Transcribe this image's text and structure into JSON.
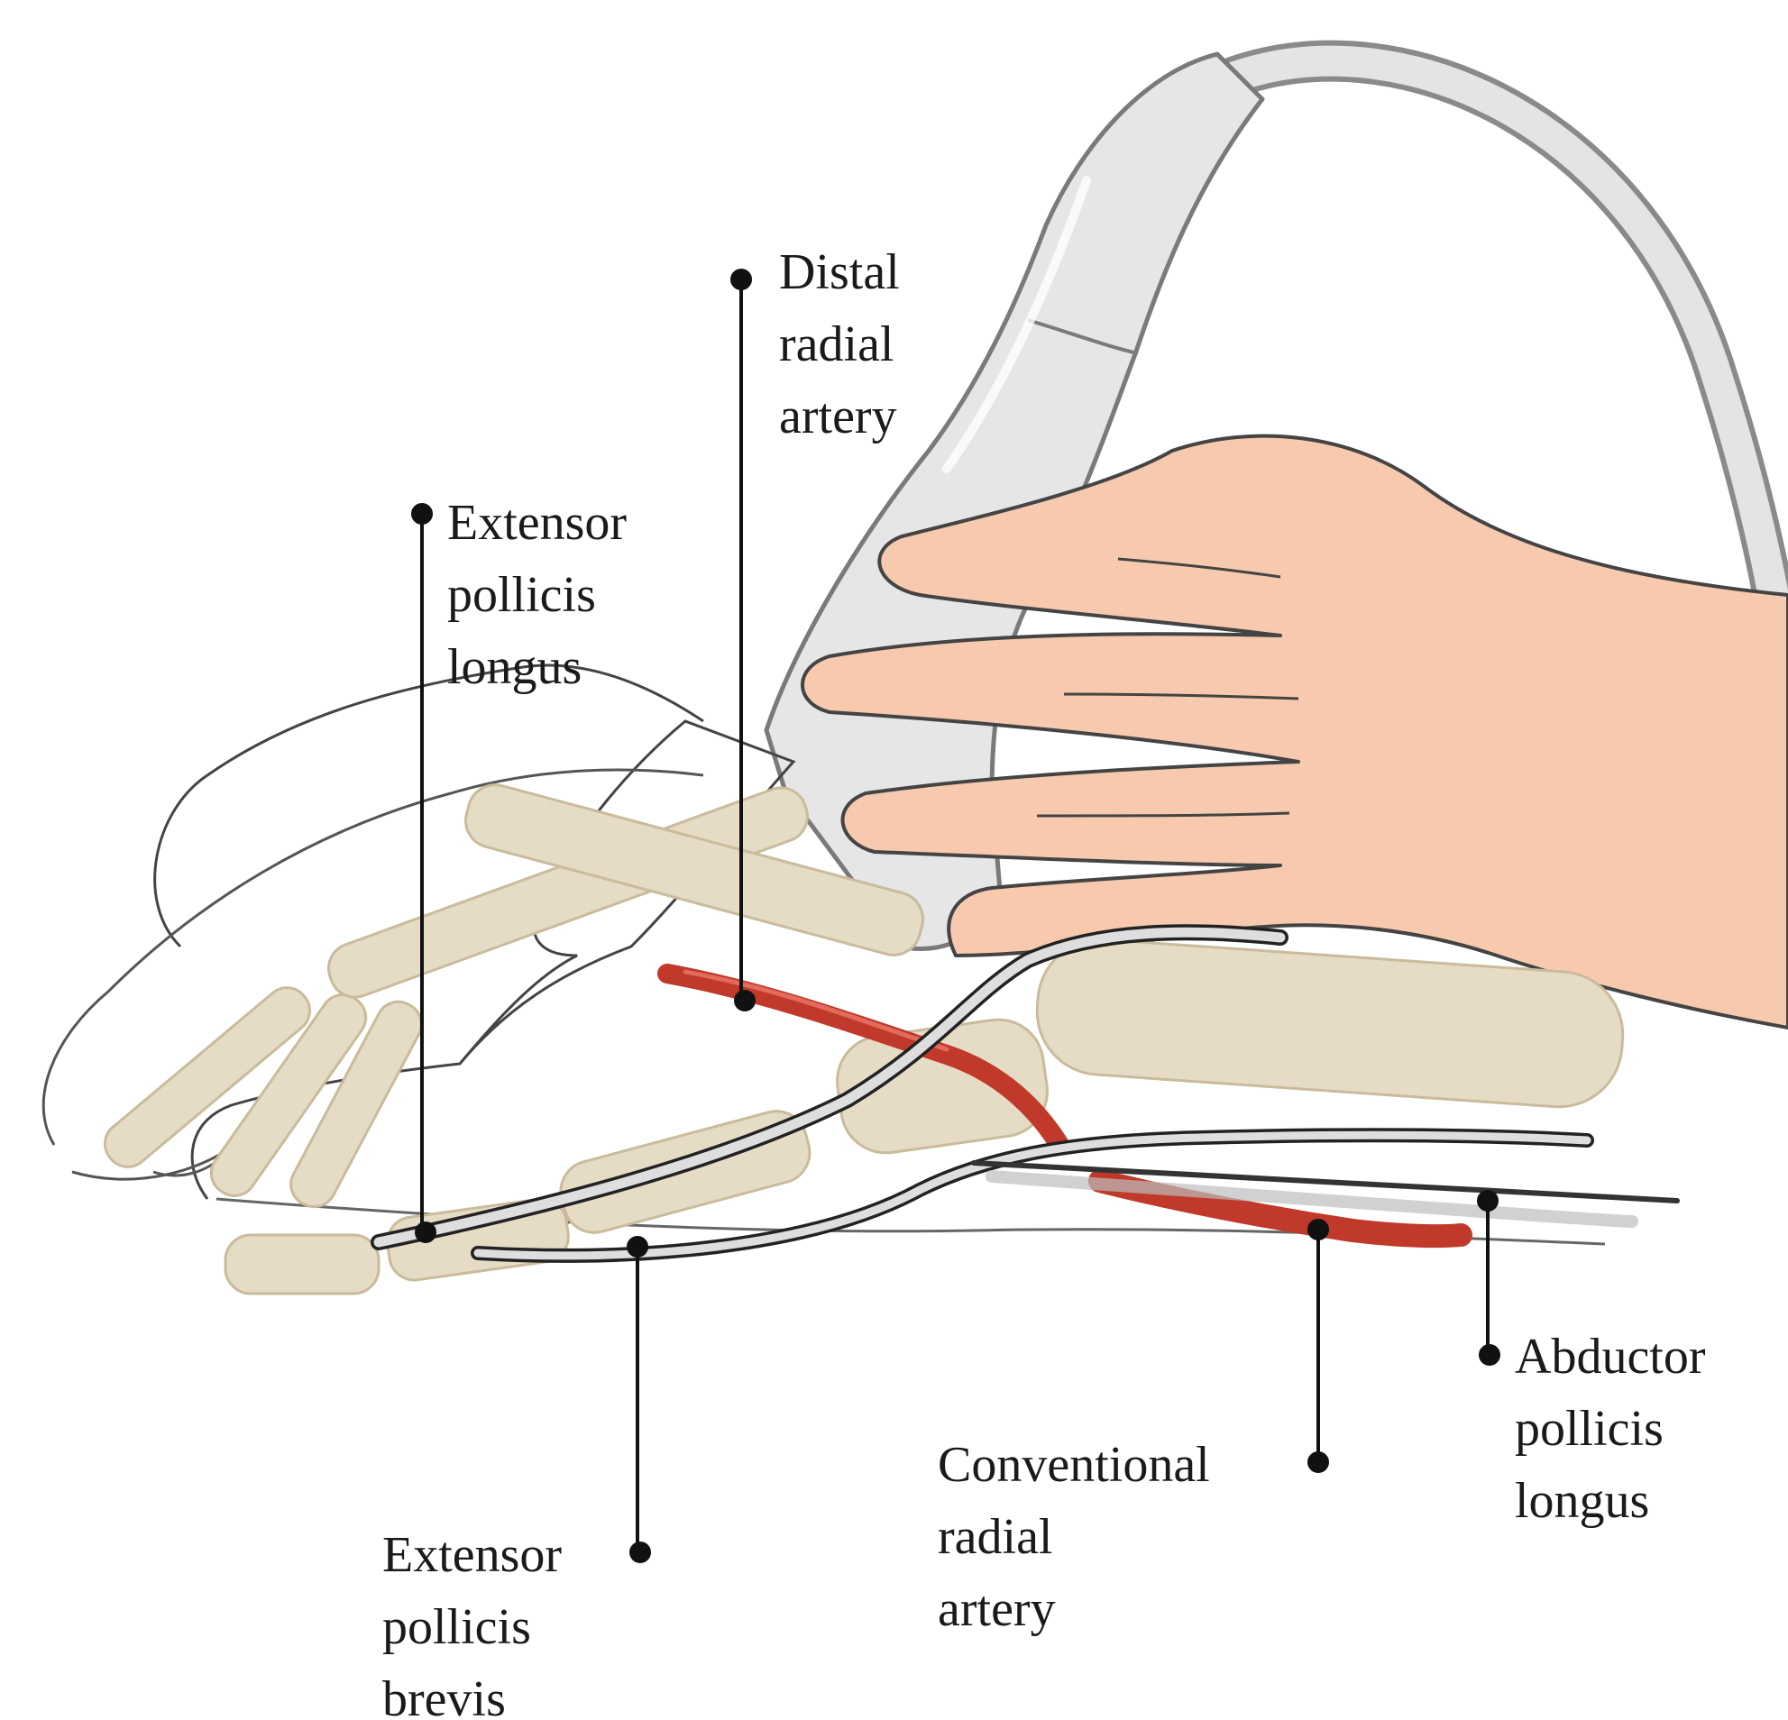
{
  "labels": {
    "distal_radial_artery": [
      "Distal",
      "radial",
      "artery"
    ],
    "extensor_pollicis_longus": [
      "Extensor",
      "pollicis",
      "longus"
    ],
    "abductor_pollicis_longus": [
      "Abductor",
      "pollicis",
      "longus"
    ],
    "conventional_radial_artery": [
      "Conventional",
      "radial",
      "artery"
    ],
    "extensor_pollicis_brevis": [
      "Extensor",
      "pollicis",
      "brevis"
    ]
  },
  "colors": {
    "artery": "#c0392b",
    "bone": "#e6dcc6",
    "skin": "#f7c9ae",
    "probe": "#e3e3e3",
    "tendon": "#dedede",
    "leader": "#111111"
  }
}
